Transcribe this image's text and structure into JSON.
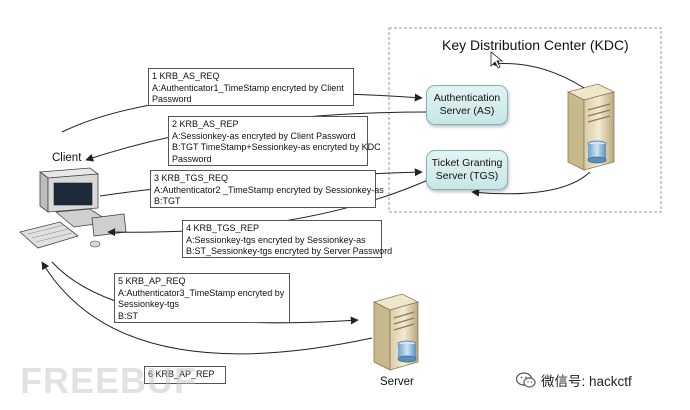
{
  "kdc": {
    "title": "Key Distribution Center (KDC)"
  },
  "as_server": {
    "label_line1": "Authentication",
    "label_line2": "Server (AS)"
  },
  "tgs_server": {
    "label_line1": "Ticket Granting",
    "label_line2": "Server (TGS)"
  },
  "client": {
    "label": "Client"
  },
  "server": {
    "label": "Server"
  },
  "messages": [
    {
      "lines": [
        "1 KRB_AS_REQ",
        "   A:Authenticator1_TimeStamp encryted by Client",
        "Password"
      ]
    },
    {
      "lines": [
        "2 KRB_AS_REP",
        "A:Sessionkey-as encryted by Client Password",
        "B:TGT  TimeStamp+Sessionkey-as encryted by KDC",
        "Password"
      ]
    },
    {
      "lines": [
        "3 KRB_TGS_REQ",
        "A:Authenticator2 _TimeStamp encryted by Sessionkey-as",
        "B:TGT"
      ]
    },
    {
      "lines": [
        "4 KRB_TGS_REP",
        "A:Sessionkey-tgs encryted by Sessionkey-as",
        "B:ST_Sessionkey-tgs encryted by Server Password"
      ]
    },
    {
      "lines": [
        "5 KRB_AP_REQ",
        "A:Authenticator3_TimeStamp encryted by",
        "Sessionkey-tgs",
        "B:ST"
      ]
    },
    {
      "lines": [
        "6 KRB_AP_REP"
      ]
    }
  ],
  "watermark": {
    "text": "FREEBUF"
  },
  "brand": {
    "text": "微信号: hackctf",
    "icon": "wechat-icon"
  },
  "colors": {
    "server_box_border": "#7fb4b4",
    "server_box_fill": "#c8e6e6",
    "kdc_border": "#999999"
  }
}
